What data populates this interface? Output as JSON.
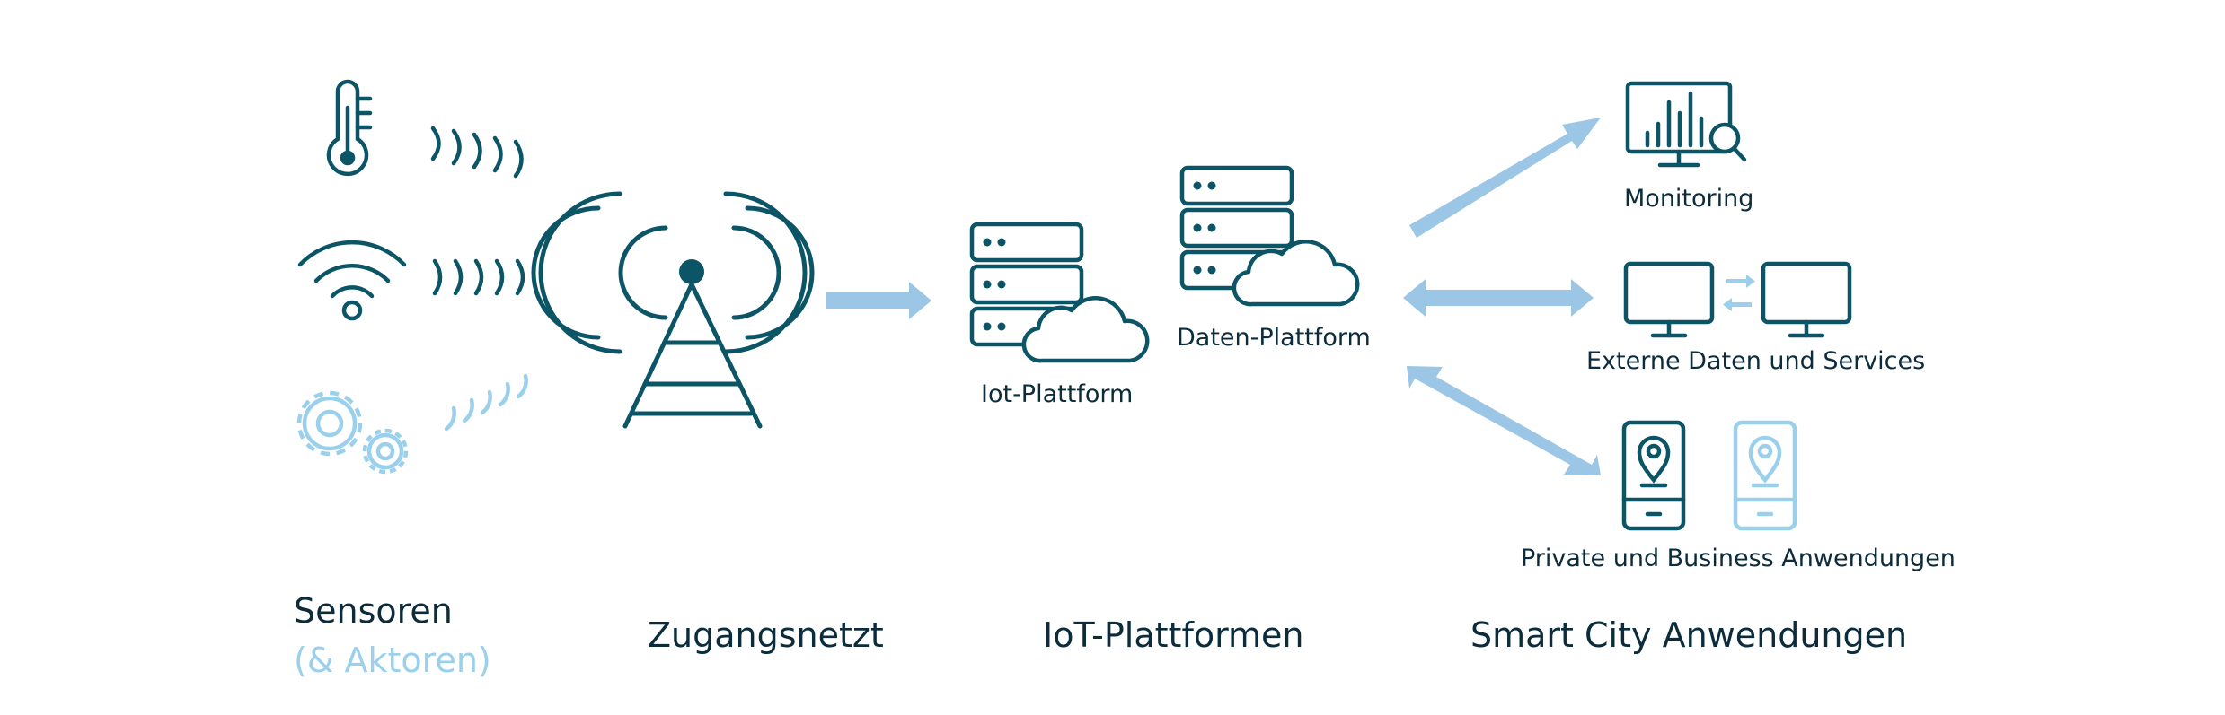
{
  "colors": {
    "dark": "#0b5566",
    "light": "#9ad0ec",
    "arrow": "#9cc6e6",
    "text": "#0d2c3b"
  },
  "icons": [
    "thermometer-icon",
    "wifi-icon",
    "gear-icon",
    "signal-waves-icon",
    "radio-tower-icon",
    "server-cloud-icon",
    "monitor-chart-icon",
    "monitor-icon",
    "smartphone-location-icon"
  ],
  "sections": {
    "sensors": {
      "title": "Sensoren",
      "subtitle": "(& Aktoren)"
    },
    "access": {
      "title": "Zugangsnetzt"
    },
    "platforms": {
      "title": "IoT-Plattformen",
      "iot_label": "Iot-Plattform",
      "data_label": "Daten-Plattform"
    },
    "apps": {
      "title": "Smart City Anwendungen",
      "monitoring": "Monitoring",
      "external": "Externe Daten und Services",
      "private": "Private und Business Anwendungen"
    }
  }
}
